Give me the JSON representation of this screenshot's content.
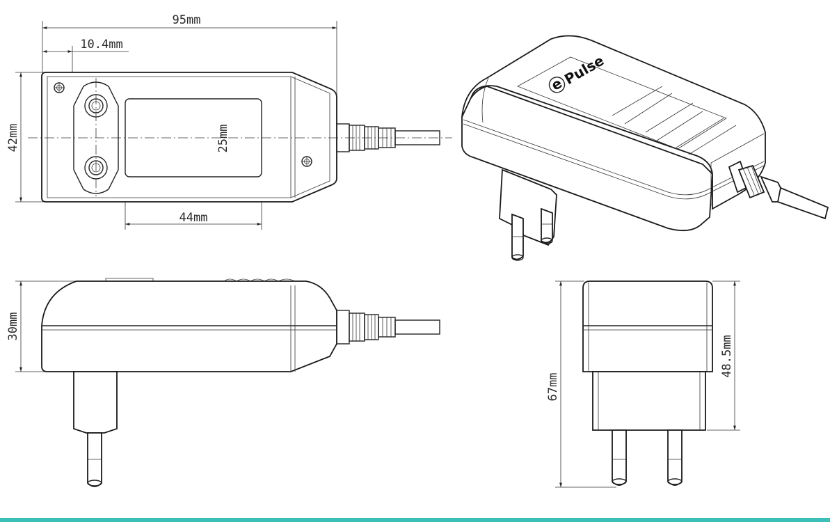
{
  "dimensions": {
    "total_length": "95mm",
    "screw_offset": "10.4mm",
    "height_top": "42mm",
    "label_height": "25mm",
    "label_width": "44mm",
    "side_height": "30mm",
    "total_height": "67mm",
    "housing_height": "48.5mm"
  },
  "brand": {
    "logo_text": "Pulse",
    "logo_mark": "e"
  },
  "colors": {
    "bottom_bar": "#3bbfb6",
    "line": "#1a1a1a"
  }
}
